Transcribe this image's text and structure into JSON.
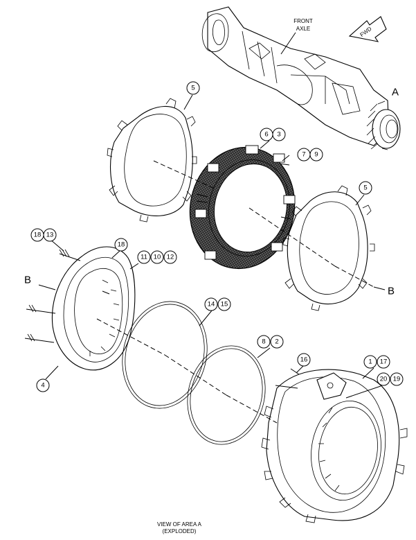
{
  "labels": {
    "front_axle_line1": "FRONT",
    "front_axle_line2": "AXLE",
    "fwd": "FWD",
    "area_a": "A",
    "area_b_left": "B",
    "area_b_right": "B",
    "caption_line1": "VIEW OF AREA A",
    "caption_line2": "(EXPLODED)"
  },
  "callouts": [
    {
      "id": "c5a",
      "number": "5"
    },
    {
      "id": "c6",
      "number": "6"
    },
    {
      "id": "c3",
      "number": "3"
    },
    {
      "id": "c7",
      "number": "7"
    },
    {
      "id": "c9",
      "number": "9"
    },
    {
      "id": "c5b",
      "number": "5"
    },
    {
      "id": "c18a",
      "number": "18"
    },
    {
      "id": "c13",
      "number": "13"
    },
    {
      "id": "c18b",
      "number": "18"
    },
    {
      "id": "c11",
      "number": "11"
    },
    {
      "id": "c10",
      "number": "10"
    },
    {
      "id": "c12",
      "number": "12"
    },
    {
      "id": "c14",
      "number": "14"
    },
    {
      "id": "c15",
      "number": "15"
    },
    {
      "id": "c8",
      "number": "8"
    },
    {
      "id": "c2",
      "number": "2"
    },
    {
      "id": "c16",
      "number": "16"
    },
    {
      "id": "c1",
      "number": "1"
    },
    {
      "id": "c17",
      "number": "17"
    },
    {
      "id": "c20",
      "number": "20"
    },
    {
      "id": "c19",
      "number": "19"
    },
    {
      "id": "c4",
      "number": "4"
    }
  ]
}
